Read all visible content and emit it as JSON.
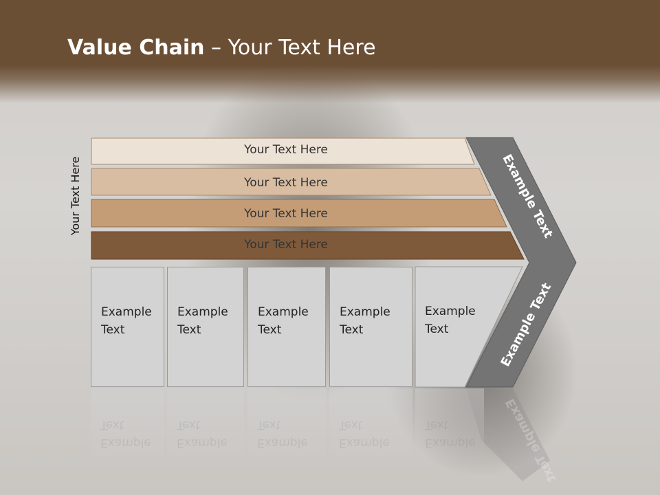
{
  "slide": {
    "title_bold": "Value Chain",
    "title_rest": " – Your Text Here",
    "side_label": "Your Text Here"
  },
  "bars": [
    {
      "label": "Your Text Here",
      "color": "#ede2d6"
    },
    {
      "label": "Your Text Here",
      "color": "#d9bda2"
    },
    {
      "label": "Your Text Here",
      "color": "#c49d77"
    },
    {
      "label": "Your Text Here",
      "color": "#7f5a3a"
    }
  ],
  "boxes": [
    {
      "line1": "Example",
      "line2": "Text"
    },
    {
      "line1": "Example",
      "line2": "Text"
    },
    {
      "line1": "Example",
      "line2": "Text"
    },
    {
      "line1": "Example",
      "line2": "Text"
    },
    {
      "line1": "Example",
      "line2": "Text"
    }
  ],
  "chevron": {
    "upper_label": "Example Text",
    "lower_label": "Example Text",
    "color": "#747474"
  },
  "colors": {
    "header": "#6b4f35",
    "box_fill": "#d3d3d3"
  }
}
